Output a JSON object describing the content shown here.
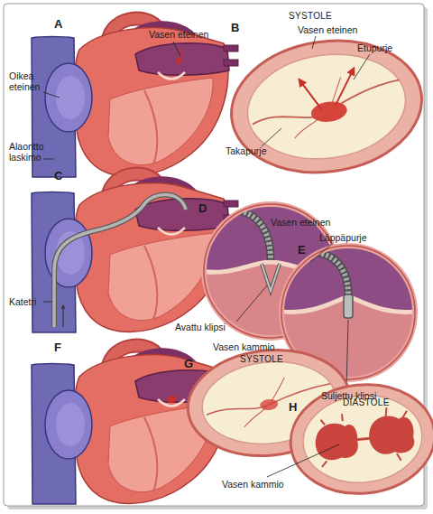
{
  "diagram": {
    "labels": [
      "A",
      "Vasen eteinen",
      "B",
      "SYSTOLE",
      "Vasen eteinen",
      "Oikea eteinen",
      "Etupurje",
      "Alaontto laskimo",
      "Takapurje",
      "C",
      "D",
      "Vasen eteinen",
      "Läppäpurje",
      "E",
      "Katetri",
      "Avattu klipsi",
      "Vasen kammio",
      "Suljettu klipsi",
      "F",
      "G",
      "SYSTOLE",
      "H",
      "DIASTOLE",
      "Vasen kammio"
    ]
  }
}
